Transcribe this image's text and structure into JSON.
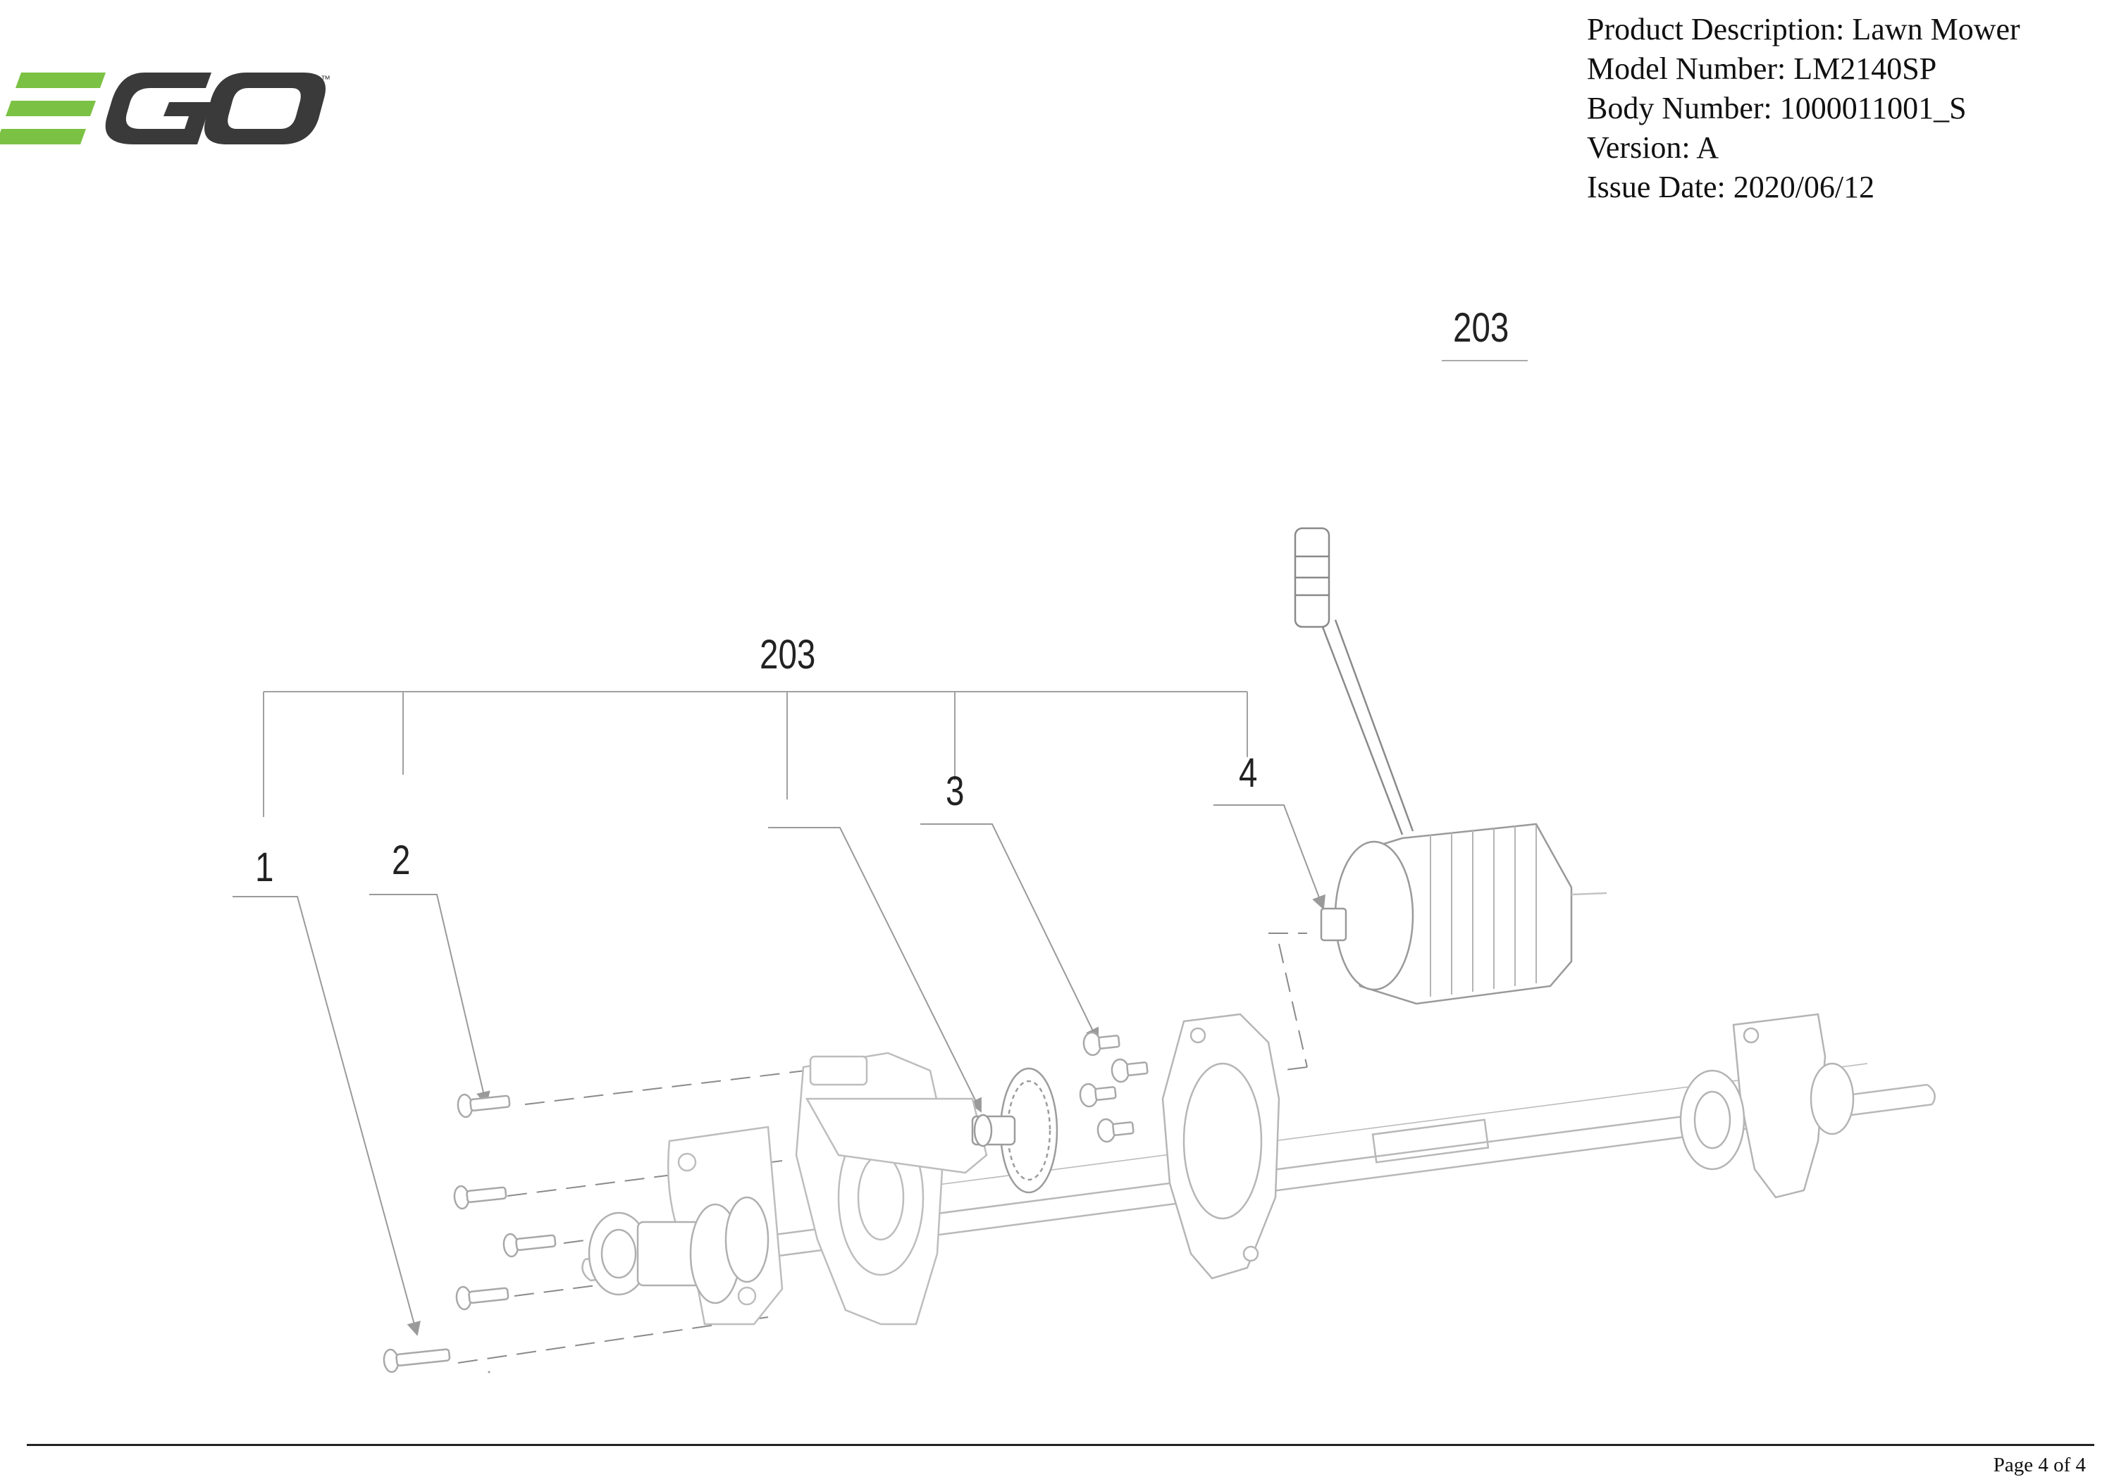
{
  "brand": {
    "logo_text": "EGO",
    "tm": "™",
    "colors": {
      "green": "#7bc144",
      "dark": "#3a3a3a"
    }
  },
  "header": {
    "product_description": "Product Description: Lawn Mower",
    "model_number": "Model Number: LM2140SP",
    "body_number": "Body Number: 1000011001_S",
    "version": "Version: A",
    "issue_date": "Issue Date: 2020/06/12"
  },
  "diagram": {
    "assembly_label_top": "203",
    "assembly_label_group": "203",
    "callouts": {
      "c1": "1",
      "c2": "2",
      "c3": "3",
      "c4": "4"
    }
  },
  "footer": {
    "page": "Page 4 of  4"
  }
}
